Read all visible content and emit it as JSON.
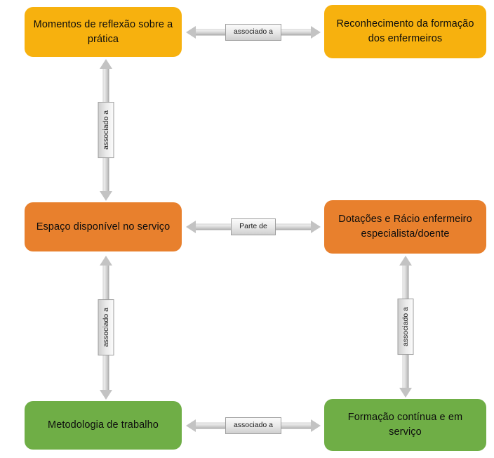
{
  "diagram": {
    "title": "",
    "colors": {
      "yellow": "#f7b10e",
      "orange": "#e8802d",
      "green": "#6fae46",
      "connector_gray": "#c3c3c3",
      "chip_border": "#9e9e9e",
      "background": "#ffffff",
      "text": "#0d0d0d"
    },
    "nodes": [
      {
        "id": "top-left",
        "label": "Momentos de reflexão sobre a prática",
        "color": "yellow"
      },
      {
        "id": "top-right",
        "label": "Reconhecimento da formação dos enfermeiros",
        "color": "yellow"
      },
      {
        "id": "mid-left",
        "label": "Espaço disponível no serviço",
        "color": "orange"
      },
      {
        "id": "mid-right",
        "label": "Dotações e Rácio enfermeiro especialista/doente",
        "color": "orange"
      },
      {
        "id": "bottom-left",
        "label": "Metodologia de trabalho",
        "color": "green"
      },
      {
        "id": "bottom-right",
        "label": "Formação contínua e em serviço",
        "color": "green"
      }
    ],
    "connectors": [
      {
        "id": "top-h",
        "label": "associado a",
        "orientation": "horizontal",
        "from": "top-left",
        "to": "top-right",
        "arrows": "both"
      },
      {
        "id": "mid-h",
        "label": "Parte de",
        "orientation": "horizontal",
        "from": "mid-left",
        "to": "mid-right",
        "arrows": "both"
      },
      {
        "id": "bottom-h",
        "label": "associado a",
        "orientation": "horizontal",
        "from": "bottom-left",
        "to": "bottom-right",
        "arrows": "both"
      },
      {
        "id": "left-upper",
        "label": "associado a",
        "orientation": "vertical",
        "from": "top-left",
        "to": "mid-left",
        "arrows": "both"
      },
      {
        "id": "left-lower",
        "label": "associado a",
        "orientation": "vertical",
        "from": "mid-left",
        "to": "bottom-left",
        "arrows": "both"
      },
      {
        "id": "right-lower",
        "label": "associado a",
        "orientation": "vertical",
        "from": "mid-right",
        "to": "bottom-right",
        "arrows": "both"
      }
    ]
  }
}
